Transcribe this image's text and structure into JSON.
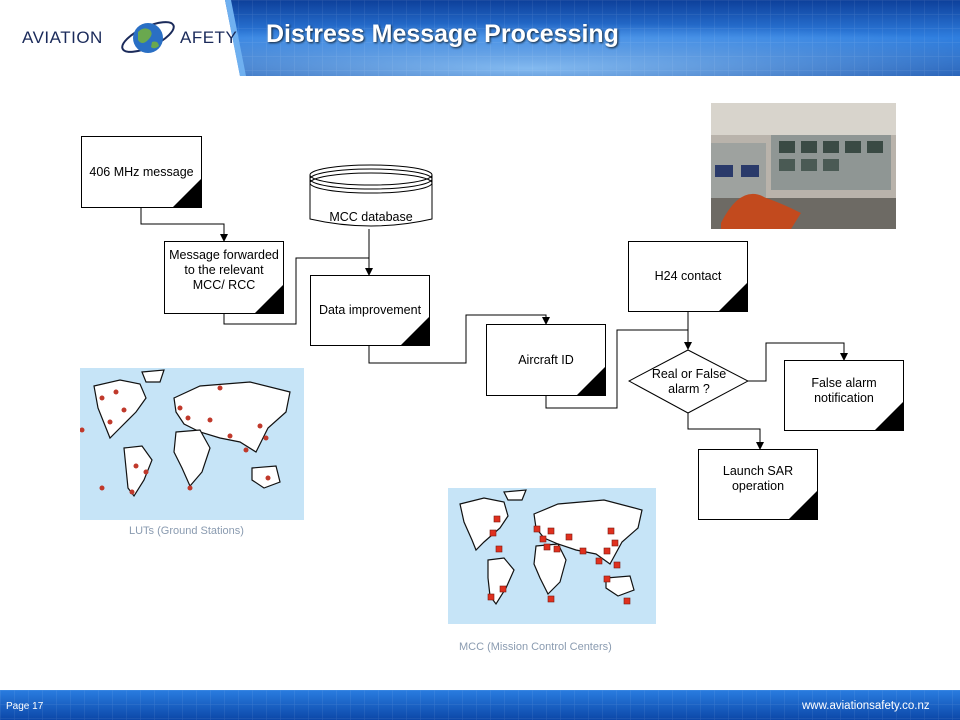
{
  "header": {
    "logo_part1": "AVIATION",
    "logo_part2": "AFETY",
    "title": "Distress Message Processing"
  },
  "flow": {
    "msg406": "406 MHz message",
    "forwarded": "Message forwarded to the relevant MCC/ RCC",
    "database": "MCC database",
    "improvement": "Data improvement",
    "aircraft_id": "Aircraft ID",
    "h24": "H24 contact",
    "decision": "Real or False alarm ?",
    "false_alarm": "False alarm notification",
    "launch_sar": "Launch SAR operation"
  },
  "captions": {
    "luts": "LUTs (Ground Stations)",
    "mcc": "MCC (Mission Control Centers)"
  },
  "footer": {
    "page": "Page 17",
    "website": "www.aviationsafety.co.nz"
  },
  "colors": {
    "header_blue": "#1b66c9",
    "map_bg": "#c6e4f7",
    "lut_marker": "#c0392b",
    "mcc_marker": "#e0301e"
  }
}
